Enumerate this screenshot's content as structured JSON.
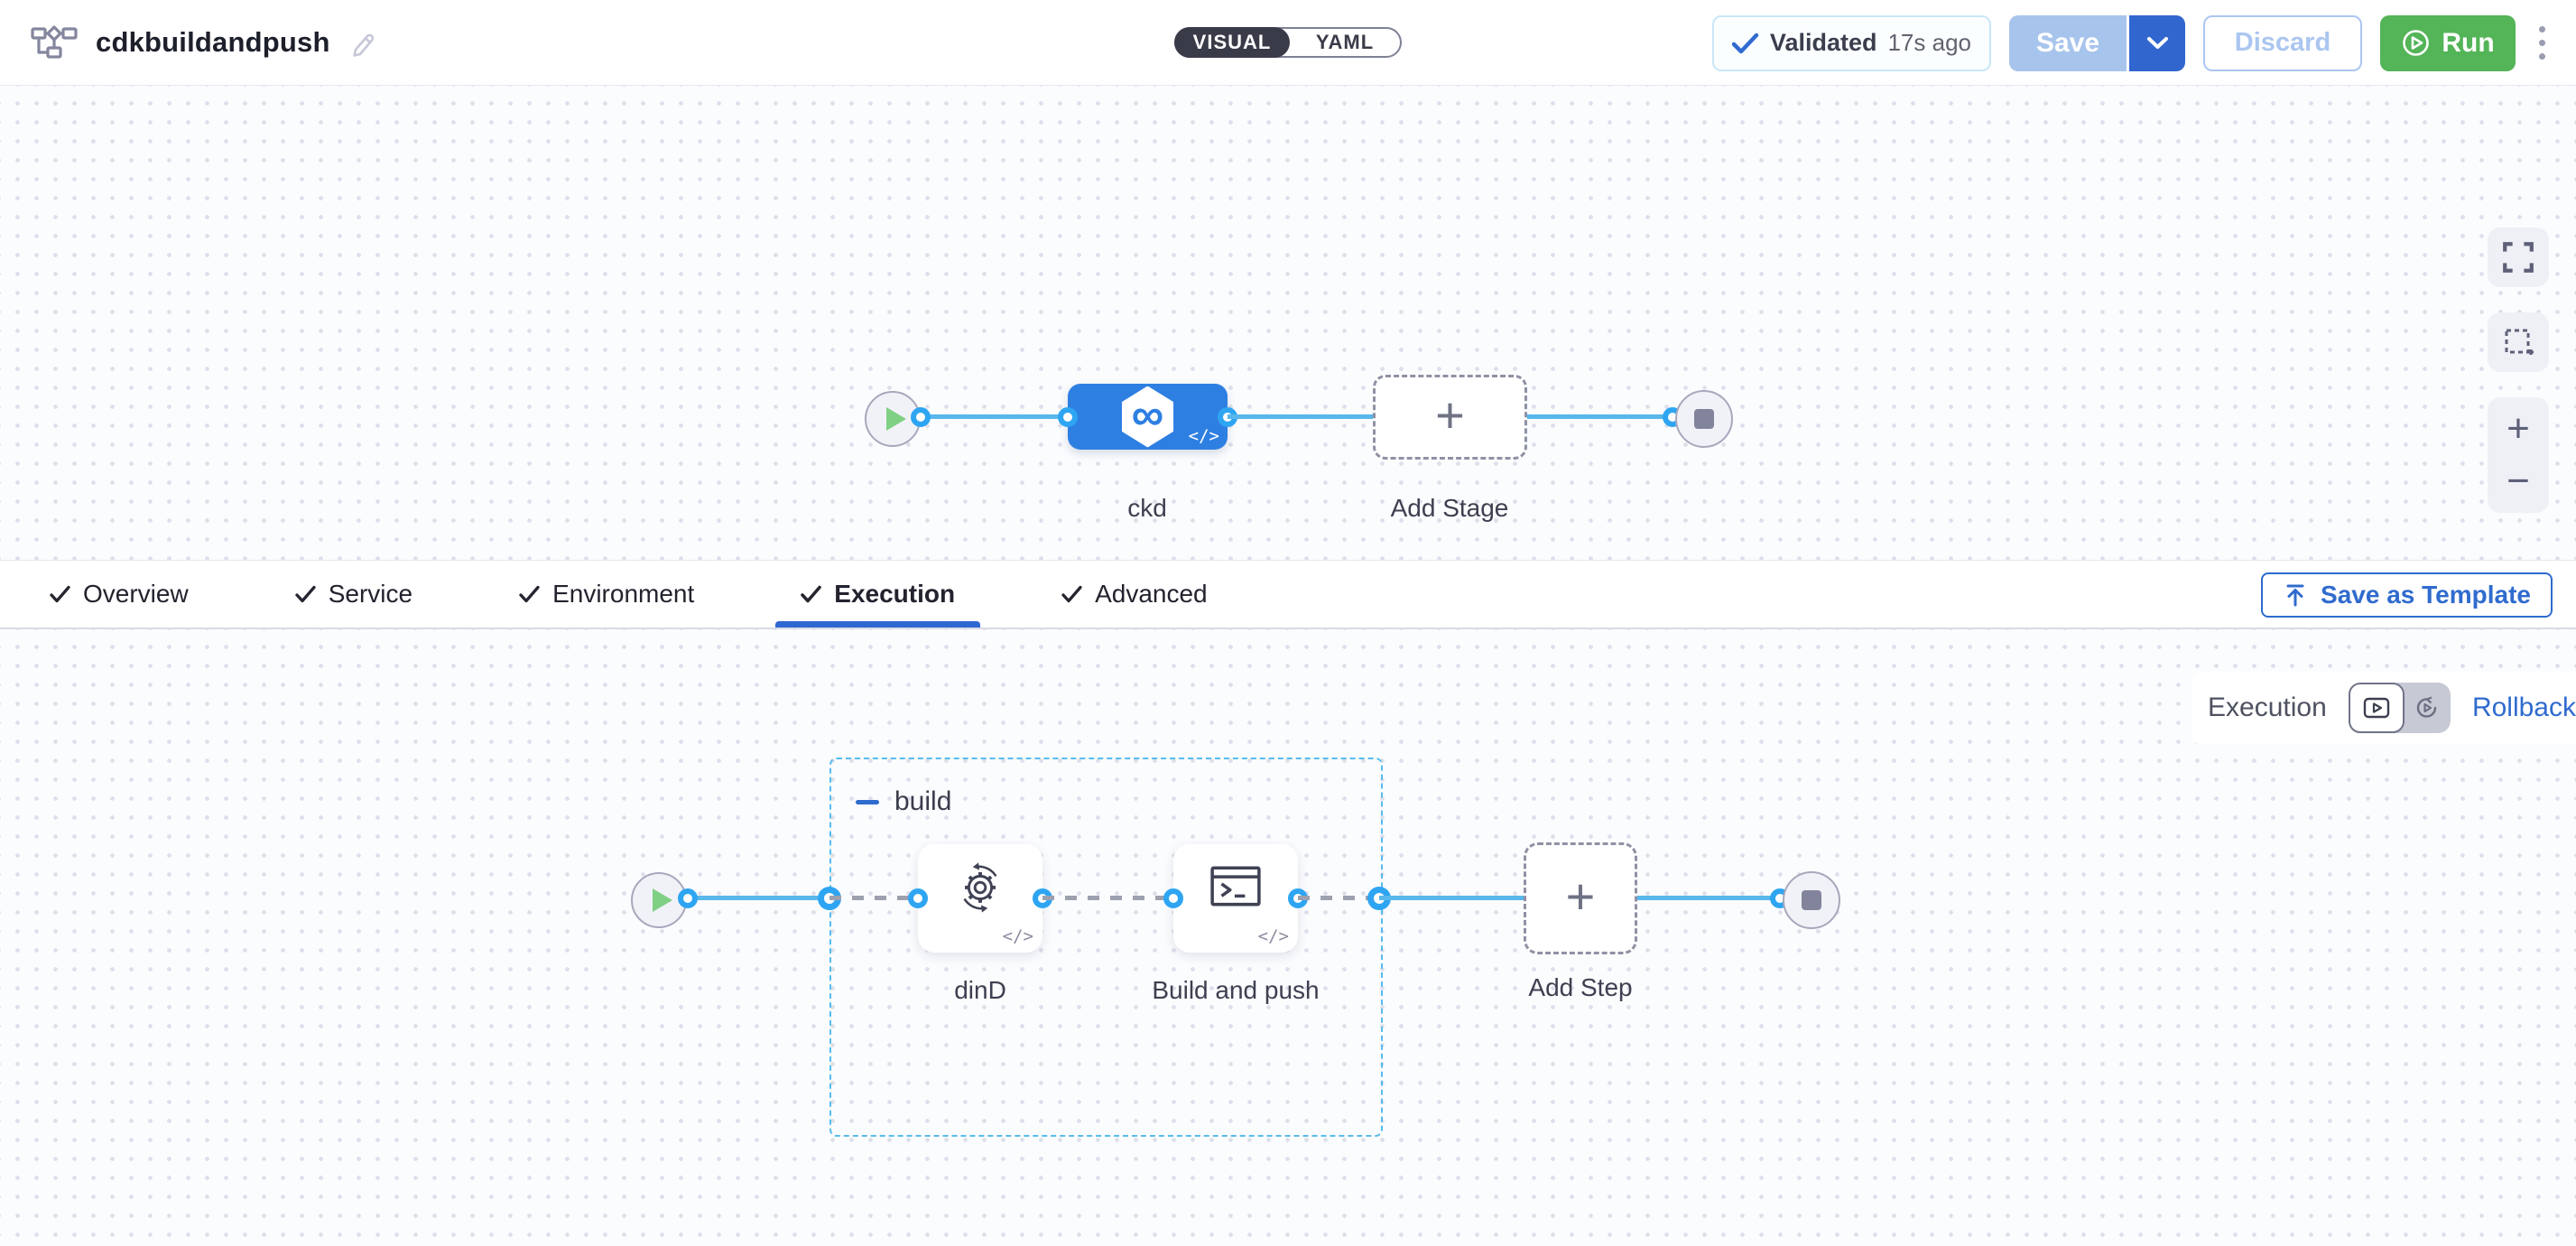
{
  "header": {
    "title": "cdkbuildandpush",
    "mode_toggle": {
      "visual": "VISUAL",
      "yaml": "YAML"
    },
    "validation": {
      "label": "Validated",
      "time_ago": "17s ago"
    },
    "buttons": {
      "save": "Save",
      "discard": "Discard",
      "run": "Run"
    }
  },
  "tab_bar": {
    "tabs": [
      {
        "label": "Overview",
        "checked": true
      },
      {
        "label": "Service",
        "checked": true
      },
      {
        "label": "Environment",
        "checked": true
      },
      {
        "label": "Execution",
        "checked": true,
        "active": true
      },
      {
        "label": "Advanced",
        "checked": true
      }
    ],
    "save_as_template": "Save as Template"
  },
  "stage_canvas": {
    "stage": {
      "label": "ckd",
      "code_badge": "</>"
    },
    "add_stage_label": "Add Stage",
    "plus": "+"
  },
  "execution_canvas": {
    "view_toggle": {
      "execution_label": "Execution",
      "rollback_label": "Rollback"
    },
    "group": {
      "label": "build"
    },
    "steps": [
      {
        "label": "dinD",
        "code_badge": "</>"
      },
      {
        "label": "Build and push",
        "code_badge": "</>"
      }
    ],
    "add_step_label": "Add Step",
    "plus": "+"
  },
  "zoom_controls": {
    "zoom_in": "+",
    "zoom_out": "−"
  },
  "icons": {
    "infinity": "∞"
  },
  "colors": {
    "accent_blue": "#2f6bce",
    "node_blue": "#2e7fe2",
    "line_blue": "#58b7eb",
    "run_green": "#54b458",
    "group_border": "#57bbee",
    "save_disabled_blue": "#a7c4ec"
  }
}
